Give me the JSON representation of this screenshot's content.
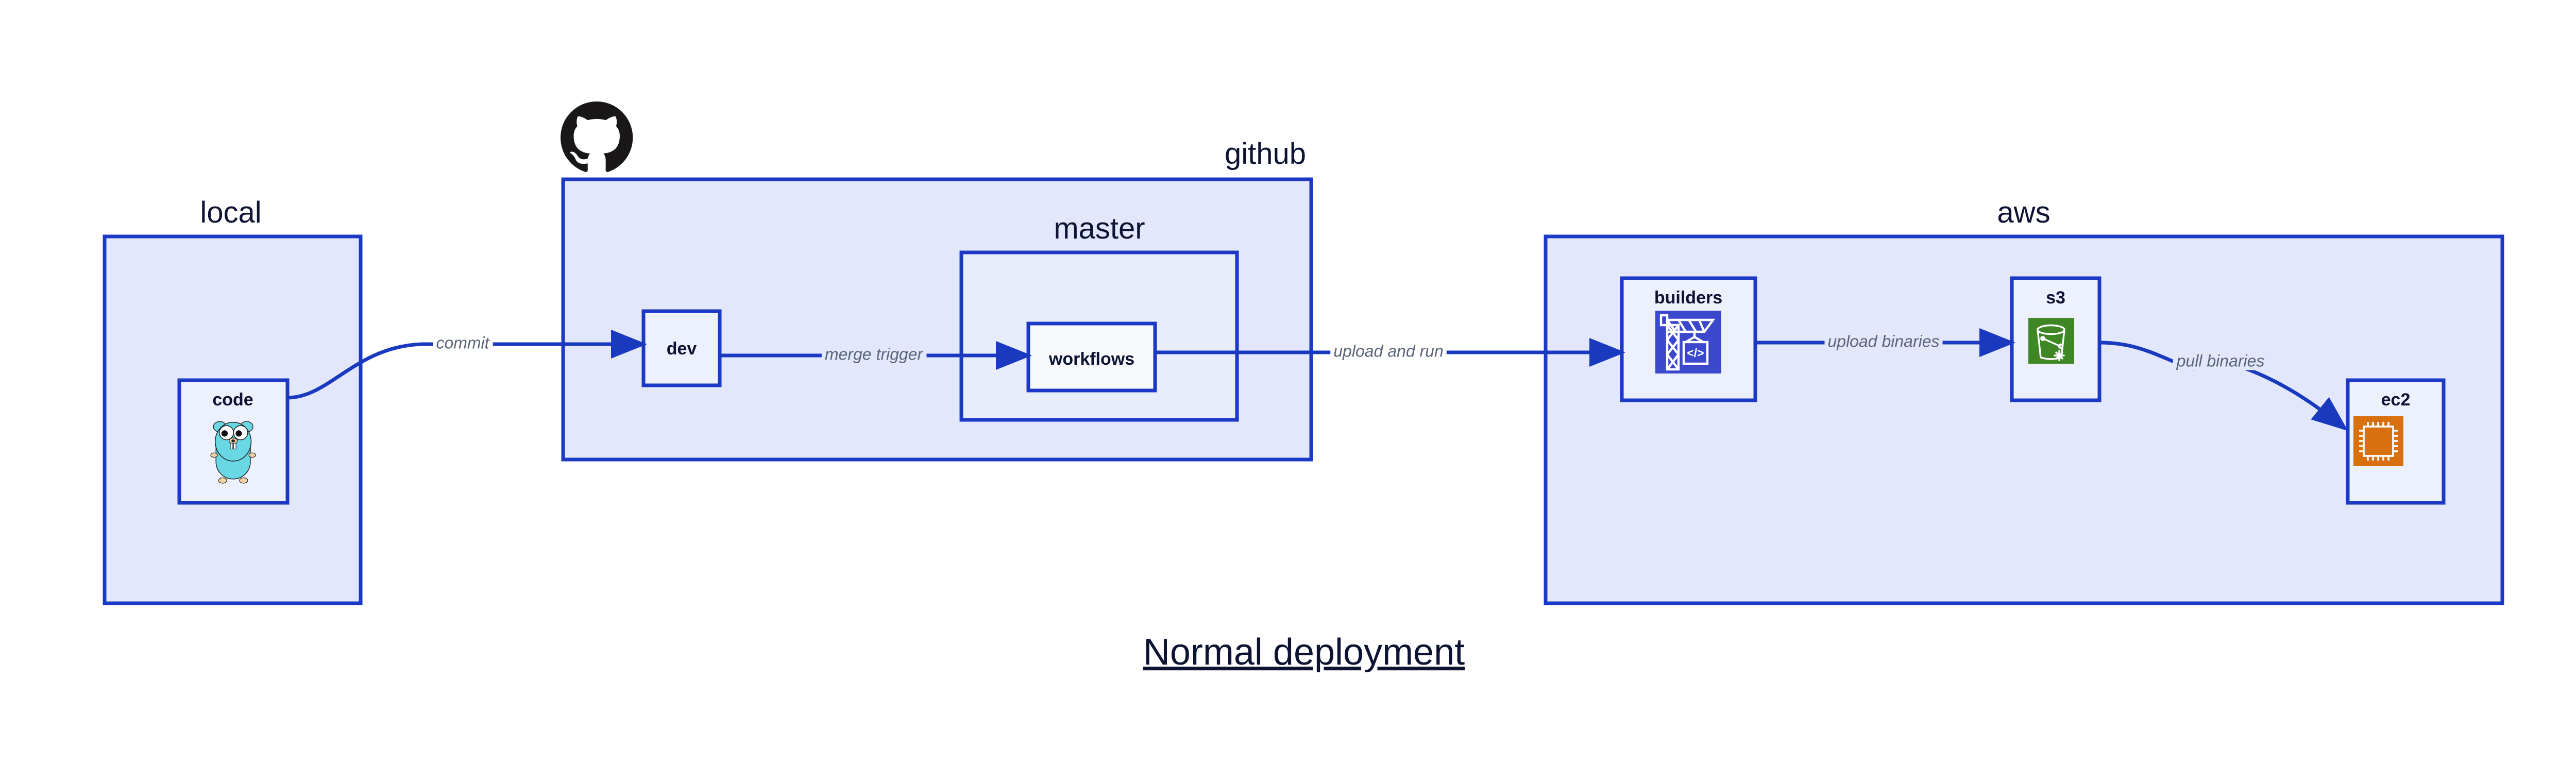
{
  "title": "Normal deployment",
  "colors": {
    "edge": "#1939bf",
    "border": "#1b39c4",
    "container_fill": "#e2e7fb",
    "subcontainer_fill": "#e8edfb",
    "node_fill": "#edf0fd",
    "node_fill_light": "#f7f9fd",
    "label_text": "#0d1333",
    "edge_label_text": "#5c6478",
    "github_logo": "#191717",
    "gopher_body": "#6ad7e5",
    "gopher_skin": "#f6d2a2",
    "builders_icon": "#3b48cc",
    "s3_icon": "#3f8624",
    "ec2_icon": "#d9700f"
  },
  "containers": [
    {
      "id": "local",
      "label": "local",
      "label_align": "center"
    },
    {
      "id": "github",
      "label": "github",
      "label_align": "right"
    },
    {
      "id": "master",
      "label": "master",
      "label_align": "center"
    },
    {
      "id": "aws",
      "label": "aws",
      "label_align": "center"
    }
  ],
  "nodes": [
    {
      "id": "code",
      "label": "code",
      "icon": "go-gopher-icon",
      "parent": "local"
    },
    {
      "id": "dev",
      "label": "dev",
      "icon": null,
      "parent": "github"
    },
    {
      "id": "workflows",
      "label": "workflows",
      "icon": null,
      "parent": "master"
    },
    {
      "id": "builders",
      "label": "builders",
      "icon": "crane-code-icon",
      "parent": "aws"
    },
    {
      "id": "s3",
      "label": "s3",
      "icon": "s3-bucket-icon",
      "parent": "aws"
    },
    {
      "id": "ec2",
      "label": "ec2",
      "icon": "cpu-chip-icon",
      "parent": "aws"
    }
  ],
  "edges": [
    {
      "id": "commit",
      "label": "commit",
      "from": "code",
      "to": "dev"
    },
    {
      "id": "merge-trigger",
      "label": "merge trigger",
      "from": "dev",
      "to": "workflows"
    },
    {
      "id": "upload-and-run",
      "label": "upload and run",
      "from": "workflows",
      "to": "builders"
    },
    {
      "id": "upload-binaries",
      "label": "upload binaries",
      "from": "builders",
      "to": "s3"
    },
    {
      "id": "pull-binaries",
      "label": "pull binaries",
      "from": "s3",
      "to": "ec2"
    }
  ],
  "logos": [
    {
      "id": "github-logo",
      "icon": "github-octocat-icon",
      "attached_to": "github"
    }
  ]
}
